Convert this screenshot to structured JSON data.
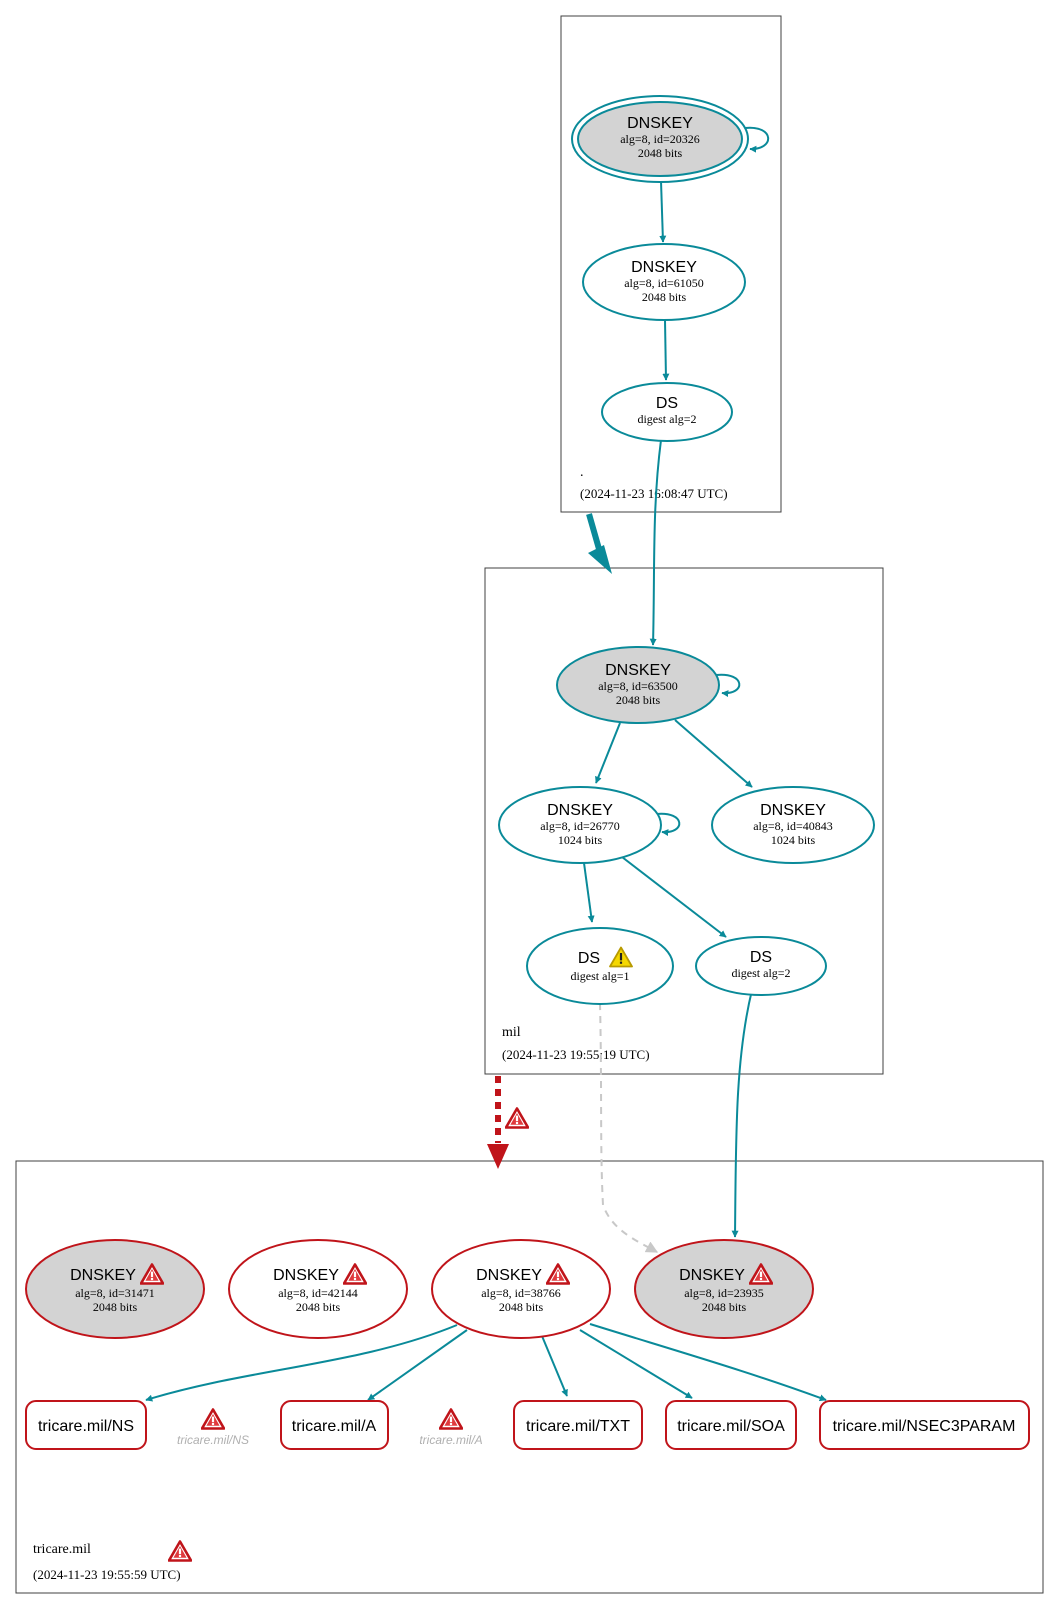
{
  "colors": {
    "edge": "#0a8a99",
    "error": "#c0141a",
    "warn_fill": "#f5d800",
    "key_fill": "#d3d3d3",
    "ghost": "#b0b0b0",
    "dashed_edge": "#c8c8c8",
    "zone_border": "#404040"
  },
  "zones": {
    "root": {
      "name": ".",
      "timestamp": "(2024-11-23 16:08:47 UTC)"
    },
    "mil": {
      "name": "mil",
      "timestamp": "(2024-11-23 19:55:19 UTC)"
    },
    "tricare": {
      "name": "tricare.mil",
      "timestamp": "(2024-11-23 19:55:59 UTC)",
      "status_icon": "error-icon"
    }
  },
  "nodes": {
    "root_ksk": {
      "type": "DNSKEY",
      "detail": "alg=8, id=20326",
      "bits": "2048 bits"
    },
    "root_zsk": {
      "type": "DNSKEY",
      "detail": "alg=8, id=61050",
      "bits": "2048 bits"
    },
    "root_ds": {
      "type": "DS",
      "detail": "digest alg=2"
    },
    "mil_ksk": {
      "type": "DNSKEY",
      "detail": "alg=8, id=63500",
      "bits": "2048 bits"
    },
    "mil_zsk1": {
      "type": "DNSKEY",
      "detail": "alg=8, id=26770",
      "bits": "1024 bits"
    },
    "mil_zsk2": {
      "type": "DNSKEY",
      "detail": "alg=8, id=40843",
      "bits": "1024 bits"
    },
    "mil_ds1": {
      "type": "DS",
      "detail": "digest alg=1",
      "status_icon": "warning-icon"
    },
    "mil_ds2": {
      "type": "DS",
      "detail": "digest alg=2"
    },
    "tri_key1": {
      "type": "DNSKEY",
      "detail": "alg=8, id=31471",
      "bits": "2048 bits",
      "status_icon": "error-icon"
    },
    "tri_key2": {
      "type": "DNSKEY",
      "detail": "alg=8, id=42144",
      "bits": "2048 bits",
      "status_icon": "error-icon"
    },
    "tri_key3": {
      "type": "DNSKEY",
      "detail": "alg=8, id=38766",
      "bits": "2048 bits",
      "status_icon": "error-icon"
    },
    "tri_key4": {
      "type": "DNSKEY",
      "detail": "alg=8, id=23935",
      "bits": "2048 bits",
      "status_icon": "error-icon"
    }
  },
  "rrsets": {
    "ns": "tricare.mil/NS",
    "a": "tricare.mil/A",
    "txt": "tricare.mil/TXT",
    "soa": "tricare.mil/SOA",
    "nsec3param": "tricare.mil/NSEC3PARAM"
  },
  "ghost_rrsets": {
    "ns": "tricare.mil/NS",
    "a": "tricare.mil/A"
  }
}
